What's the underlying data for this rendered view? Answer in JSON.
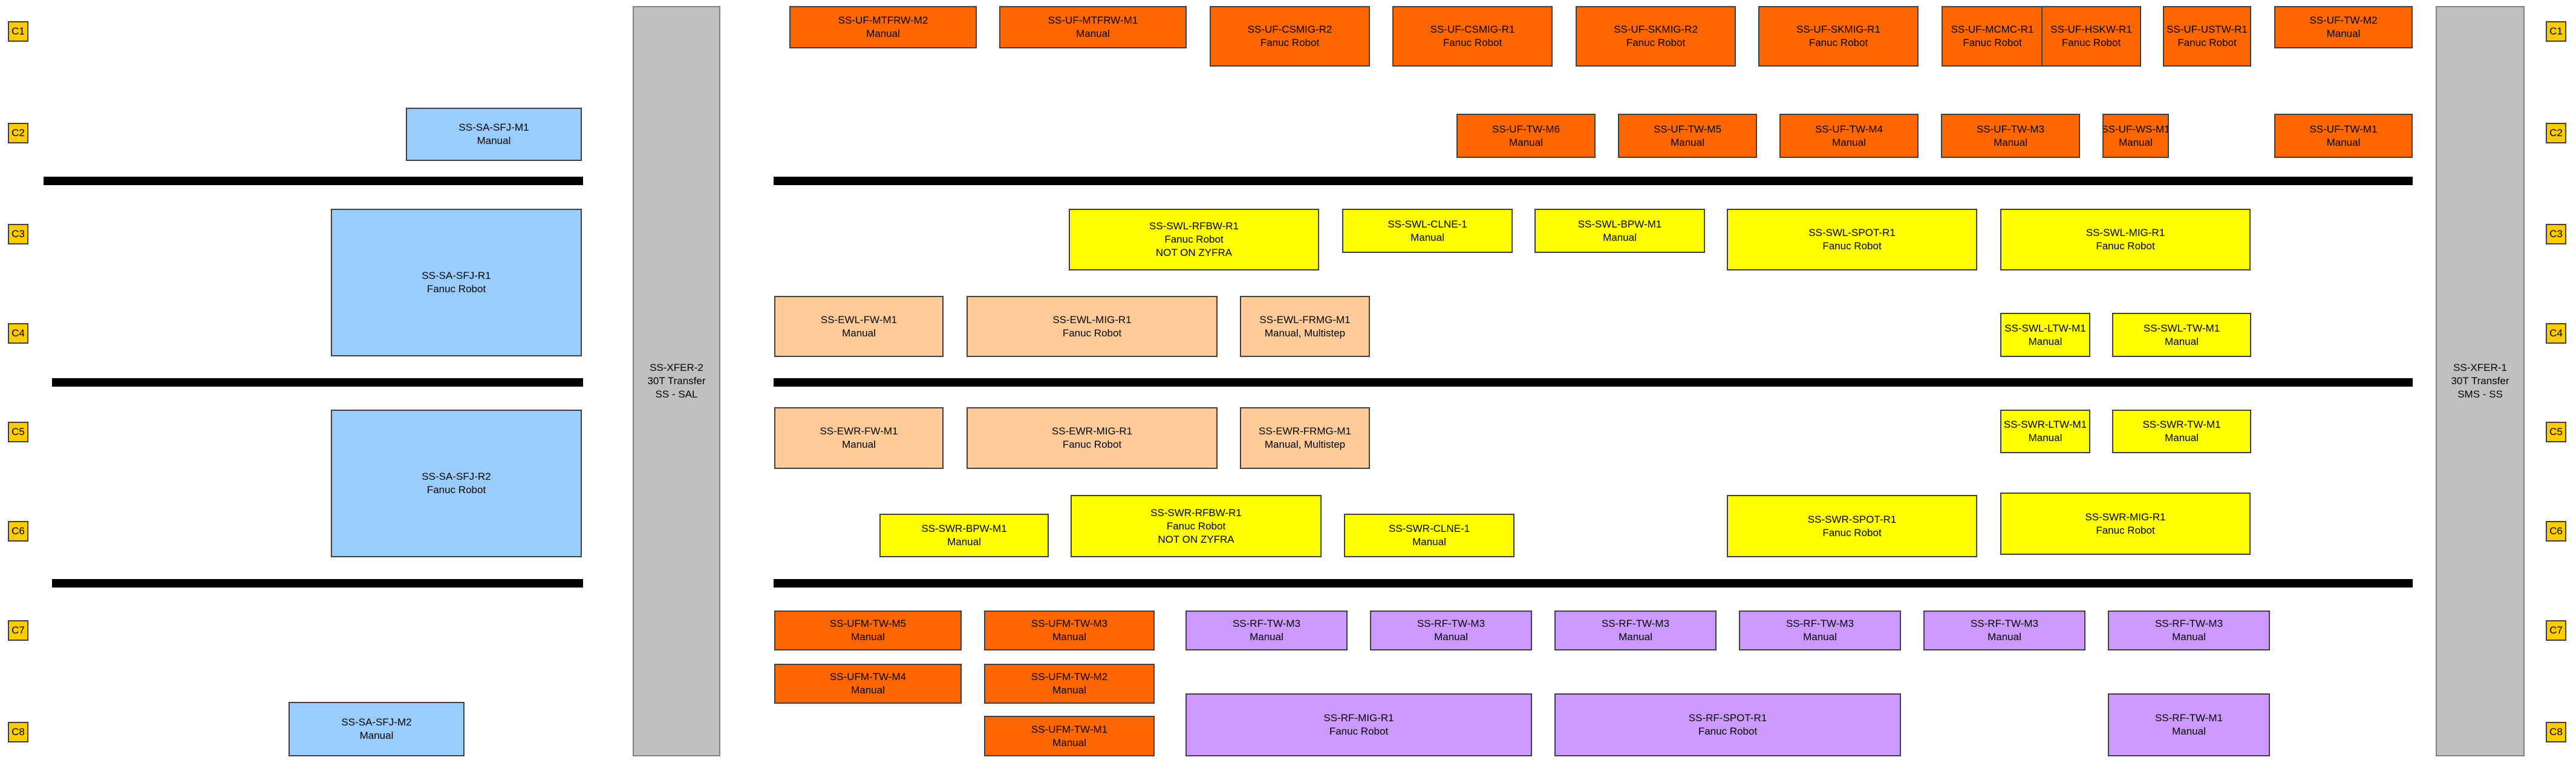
{
  "colors": {
    "orange": "#ff6600",
    "yellow": "#ffff00",
    "peach": "#ffcc99",
    "blue": "#99ccff",
    "purple": "#cc99ff",
    "gray": "#c0c0c0",
    "row_label": "#ffcc00"
  },
  "rows": [
    "C1",
    "C2",
    "C3",
    "C4",
    "C5",
    "C6",
    "C7",
    "C8"
  ],
  "transfers": {
    "left": {
      "lines": [
        "SS-XFER-2",
        "30T Transfer",
        "SS - SAL"
      ]
    },
    "right": {
      "lines": [
        "SS-XFER-1",
        "30T Transfer",
        "SMS - SS"
      ]
    }
  },
  "stations": {
    "c1": [
      {
        "lines": [
          "SS-UF-MTFRW-M2",
          "Manual"
        ]
      },
      {
        "lines": [
          "SS-UF-MTFRW-M1",
          "Manual"
        ]
      },
      {
        "lines": [
          "SS-UF-CSMIG-R2",
          "Fanuc Robot"
        ]
      },
      {
        "lines": [
          "SS-UF-CSMIG-R1",
          "Fanuc Robot"
        ]
      },
      {
        "lines": [
          "SS-UF-SKMIG-R2",
          "Fanuc Robot"
        ]
      },
      {
        "lines": [
          "SS-UF-SKMIG-R1",
          "Fanuc Robot"
        ]
      },
      {
        "lines": [
          "SS-UF-MCMC-R1",
          "Fanuc Robot"
        ]
      },
      {
        "lines": [
          "SS-UF-HSKW-R1",
          "Fanuc Robot"
        ]
      },
      {
        "lines": [
          "SS-UF-USTW-R1",
          "Fanuc Robot"
        ]
      },
      {
        "lines": [
          "SS-UF-TW-M2",
          "Manual"
        ]
      }
    ],
    "c2": [
      {
        "lines": [
          "SS-SA-SFJ-M1",
          "Manual"
        ]
      },
      {
        "lines": [
          "SS-UF-TW-M6",
          "Manual"
        ]
      },
      {
        "lines": [
          "SS-UF-TW-M5",
          "Manual"
        ]
      },
      {
        "lines": [
          "SS-UF-TW-M4",
          "Manual"
        ]
      },
      {
        "lines": [
          "SS-UF-TW-M3",
          "Manual"
        ]
      },
      {
        "lines": [
          "SS-UF-WS-M1",
          "Manual"
        ]
      },
      {
        "lines": [
          "SS-UF-TW-M1",
          "Manual"
        ]
      }
    ],
    "c3": [
      {
        "lines": [
          "SS-SA-SFJ-R1",
          "Fanuc Robot"
        ]
      },
      {
        "lines": [
          "SS-SWL-RFBW-R1",
          "Fanuc Robot",
          "NOT ON ZYFRA"
        ]
      },
      {
        "lines": [
          "SS-SWL-CLNE-1",
          "Manual"
        ]
      },
      {
        "lines": [
          "SS-SWL-BPW-M1",
          "Manual"
        ]
      },
      {
        "lines": [
          "SS-SWL-SPOT-R1",
          "Fanuc Robot"
        ]
      },
      {
        "lines": [
          "SS-SWL-MIG-R1",
          "Fanuc Robot"
        ]
      }
    ],
    "c4": [
      {
        "lines": [
          "SS-EWL-FW-M1",
          "Manual"
        ]
      },
      {
        "lines": [
          "SS-EWL-MIG-R1",
          "Fanuc Robot"
        ]
      },
      {
        "lines": [
          "SS-EWL-FRMG-M1",
          "Manual, Multistep"
        ]
      },
      {
        "lines": [
          "SS-SWL-LTW-M1",
          "Manual"
        ]
      },
      {
        "lines": [
          "SS-SWL-TW-M1",
          "Manual"
        ]
      }
    ],
    "c5": [
      {
        "lines": [
          "SS-SA-SFJ-R2",
          "Fanuc Robot"
        ]
      },
      {
        "lines": [
          "SS-EWR-FW-M1",
          "Manual"
        ]
      },
      {
        "lines": [
          "SS-EWR-MIG-R1",
          "Fanuc Robot"
        ]
      },
      {
        "lines": [
          "SS-EWR-FRMG-M1",
          "Manual, Multistep"
        ]
      },
      {
        "lines": [
          "SS-SWR-LTW-M1",
          "Manual"
        ]
      },
      {
        "lines": [
          "SS-SWR-TW-M1",
          "Manual"
        ]
      }
    ],
    "c6": [
      {
        "lines": [
          "SS-SWR-BPW-M1",
          "Manual"
        ]
      },
      {
        "lines": [
          "SS-SWR-RFBW-R1",
          "Fanuc Robot",
          "NOT ON ZYFRA"
        ]
      },
      {
        "lines": [
          "SS-SWR-CLNE-1",
          "Manual"
        ]
      },
      {
        "lines": [
          "SS-SWR-SPOT-R1",
          "Fanuc Robot"
        ]
      },
      {
        "lines": [
          "SS-SWR-MIG-R1",
          "Fanuc Robot"
        ]
      }
    ],
    "c7": [
      {
        "lines": [
          "SS-UFM-TW-M5",
          "Manual"
        ]
      },
      {
        "lines": [
          "SS-UFM-TW-M3",
          "Manual"
        ]
      },
      {
        "lines": [
          "SS-RF-TW-M3",
          "Manual"
        ]
      },
      {
        "lines": [
          "SS-RF-TW-M3",
          "Manual"
        ]
      },
      {
        "lines": [
          "SS-RF-TW-M3",
          "Manual"
        ]
      },
      {
        "lines": [
          "SS-RF-TW-M3",
          "Manual"
        ]
      },
      {
        "lines": [
          "SS-RF-TW-M3",
          "Manual"
        ]
      },
      {
        "lines": [
          "SS-RF-TW-M3",
          "Manual"
        ]
      },
      {
        "lines": [
          "SS-UFM-TW-M4",
          "Manual"
        ]
      },
      {
        "lines": [
          "SS-UFM-TW-M2",
          "Manual"
        ]
      }
    ],
    "c8": [
      {
        "lines": [
          "SS-SA-SFJ-M2",
          "Manual"
        ]
      },
      {
        "lines": [
          "SS-UFM-TW-M1",
          "Manual"
        ]
      },
      {
        "lines": [
          "SS-RF-MIG-R1",
          "Fanuc Robot"
        ]
      },
      {
        "lines": [
          "SS-RF-SPOT-R1",
          "Fanuc Robot"
        ]
      },
      {
        "lines": [
          "SS-RF-TW-M1",
          "Manual"
        ]
      }
    ]
  }
}
